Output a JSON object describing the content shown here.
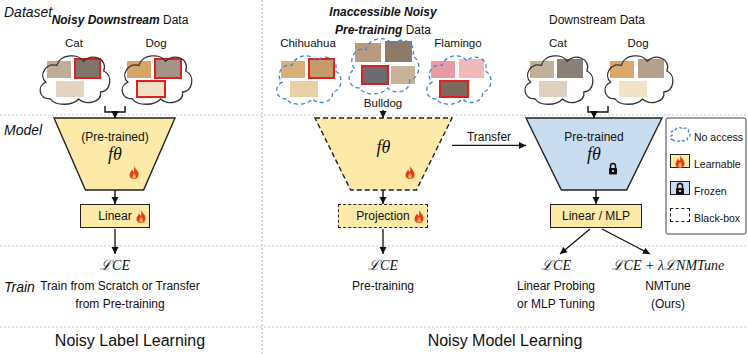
{
  "diagram": {
    "nodes": [
      {
        "text": [
          "Cat"
        ]
      },
      {
        "text": [
          "Dog"
        ]
      },
      {
        "text": [
          "Chihuahua"
        ]
      },
      {
        "text": [
          "Bulldog"
        ]
      },
      {
        "text": [
          "Flamingo"
        ]
      },
      {
        "text": [
          "Cat"
        ]
      },
      {
        "text": [
          "Dog"
        ]
      },
      {
        "text": [
          "(Pre-trained)",
          "fθ"
        ]
      },
      {
        "text": [
          "Linear"
        ]
      },
      {
        "text": [
          "fθ"
        ]
      },
      {
        "text": [
          "Projection"
        ]
      },
      {
        "text": [
          "Pre-trained",
          "fθ"
        ]
      },
      {
        "text": [
          "Linear / MLP"
        ]
      }
    ],
    "edges": [
      {
        "from": 0,
        "to": 7,
        "arrow": "to"
      },
      {
        "from": 1,
        "to": 7,
        "arrow": "to"
      },
      {
        "from": 3,
        "to": 9,
        "arrow": "to"
      },
      {
        "from": 5,
        "to": 11,
        "arrow": "to"
      },
      {
        "from": 6,
        "to": 11,
        "arrow": "to"
      },
      {
        "from": 7,
        "to": 8,
        "arrow": "to"
      },
      {
        "from": 9,
        "to": 10,
        "arrow": "to"
      },
      {
        "from": 9,
        "to": 11,
        "label": "Transfer",
        "arrow": "to"
      },
      {
        "from": 11,
        "to": 12,
        "arrow": "to"
      }
    ],
    "labels": [
      "Dataset",
      "Noisy Downstream",
      "Data",
      "Inaccessible Noisy Pre-training",
      "Data",
      "Downstream Data",
      "Model",
      "Train",
      "ℒCE",
      "Train from Scratch or Transfer from Pre-training",
      "ℒCE",
      "Pre-training",
      "ℒCE",
      "Linear Probing or MLP Tuning",
      "ℒCE + λℒNMTune",
      "NMTune (Ours)",
      "Noisy Label Learning",
      "Noisy Model Learning"
    ],
    "legend": [
      {
        "text": "No access"
      },
      {
        "text": "Learnable",
        "color": "#fdeaa8"
      },
      {
        "text": "Frozen",
        "color": "#c9dcf0"
      },
      {
        "text": "Black-box"
      }
    ]
  }
}
